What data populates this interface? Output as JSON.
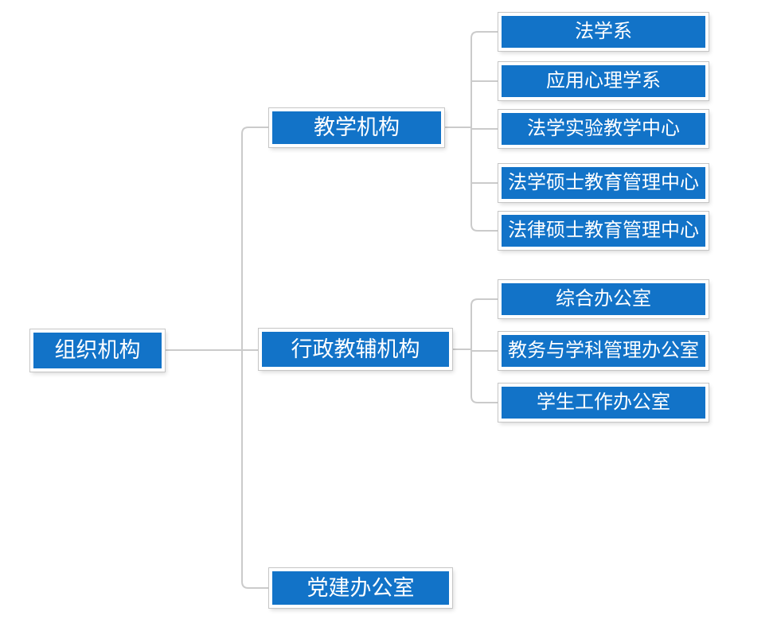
{
  "colors": {
    "node_fill": "#1273C8",
    "node_text": "#ffffff",
    "connector": "#cbcbcb",
    "frame": "#ffffff",
    "outline": "#c6c6c6"
  },
  "org_chart": {
    "type": "org-tree",
    "root": {
      "label": "组织机构"
    },
    "branches": [
      {
        "label": "教学机构",
        "children": [
          {
            "label": "法学系"
          },
          {
            "label": "应用心理学系"
          },
          {
            "label": "法学实验教学中心"
          },
          {
            "label": "法学硕士教育管理中心"
          },
          {
            "label": "法律硕士教育管理中心"
          }
        ]
      },
      {
        "label": "行政教辅机构",
        "children": [
          {
            "label": "综合办公室"
          },
          {
            "label": "教务与学科管理办公室"
          },
          {
            "label": "学生工作办公室"
          }
        ]
      },
      {
        "label": "党建办公室",
        "children": []
      }
    ]
  }
}
